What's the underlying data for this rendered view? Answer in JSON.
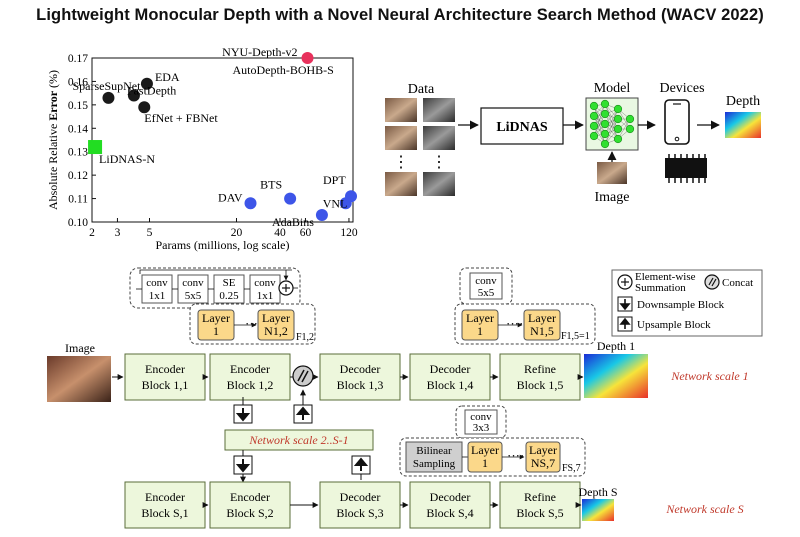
{
  "title": "Lightweight Monocular Depth with a Novel Neural Architecture Search Method (WACV 2022)",
  "chart_data": {
    "type": "scatter",
    "xlabel": "Params (millions, log scale)",
    "ylabel_prefix": "Absolute Relative ",
    "ylabel_bold": "Error",
    "ylabel_suffix": " (%)",
    "x_scale": "log",
    "xlim": [
      2,
      128
    ],
    "ylim": [
      0.1,
      0.17
    ],
    "xticks": [
      2,
      3,
      5,
      20,
      40,
      60,
      120
    ],
    "yticks": [
      0.1,
      0.11,
      0.12,
      0.13,
      0.14,
      0.15,
      0.16,
      0.17
    ],
    "ytick_labels": [
      "0.10",
      "0.11",
      "0.12",
      "0.13",
      "0.14",
      "0.15",
      "0.16",
      "0.17"
    ],
    "grid": false,
    "points": [
      {
        "label": "NYU-Depth-v2",
        "x": 62,
        "y": 0.17,
        "color": "#e8315c",
        "shape": "circle"
      },
      {
        "label": "AutoDepth-BOHB-S",
        "x": 62,
        "y": 0.17,
        "color": "#e8315c",
        "shape": "circle"
      },
      {
        "label": "EDA",
        "x": 4.8,
        "y": 0.159,
        "color": "#1a1a1a",
        "shape": "circle"
      },
      {
        "label": "SparseSupNet",
        "x": 2.6,
        "y": 0.153,
        "color": "#1a1a1a",
        "shape": "circle"
      },
      {
        "label": "FastDepth",
        "x": 3.9,
        "y": 0.154,
        "color": "#1a1a1a",
        "shape": "circle"
      },
      {
        "label": "EfNet + FBNet",
        "x": 4.6,
        "y": 0.149,
        "color": "#1a1a1a",
        "shape": "circle"
      },
      {
        "label": "LiDNAS-N",
        "x": 2.1,
        "y": 0.132,
        "color": "#22dd22",
        "shape": "square"
      },
      {
        "label": "DAV",
        "x": 25,
        "y": 0.108,
        "color": "#3d55e8",
        "shape": "circle"
      },
      {
        "label": "BTS",
        "x": 47,
        "y": 0.11,
        "color": "#3d55e8",
        "shape": "circle"
      },
      {
        "label": "AdaBins",
        "x": 78,
        "y": 0.103,
        "color": "#3d55e8",
        "shape": "circle"
      },
      {
        "label": "VNL",
        "x": 114,
        "y": 0.108,
        "color": "#3d55e8",
        "shape": "circle"
      },
      {
        "label": "DPT",
        "x": 124,
        "y": 0.111,
        "color": "#3d55e8",
        "shape": "circle"
      }
    ]
  },
  "pipeline": {
    "data_label": "Data",
    "lidnas_label": "LiDNAS",
    "model_label": "Model",
    "devices_label": "Devices",
    "depth_label": "Depth",
    "image_label": "Image",
    "dots": "⋮"
  },
  "arch": {
    "image_label": "Image",
    "depth1_label": "Depth 1",
    "depthS_label": "Depth S",
    "scale1_label": "Network scale 1",
    "scaleS_label": "Network scale S",
    "scale_mid_label": "Network scale 2..S-1",
    "blocks_row1": [
      [
        "Encoder",
        "Block 1,1"
      ],
      [
        "Encoder",
        "Block 1,2"
      ],
      [
        "Decoder",
        "Block 1,3"
      ],
      [
        "Decoder",
        "Block 1,4"
      ],
      [
        "Refine",
        "Block 1,5"
      ]
    ],
    "blocks_rowS": [
      [
        "Encoder",
        "Block S,1"
      ],
      [
        "Encoder",
        "Block S,2"
      ],
      [
        "Decoder",
        "Block S,3"
      ],
      [
        "Decoder",
        "Block S,4"
      ],
      [
        "Refine",
        "Block S,5"
      ]
    ],
    "top_ops": [
      [
        "conv",
        "1x1"
      ],
      [
        "conv",
        "5x5"
      ],
      [
        "SE",
        "0.25"
      ],
      [
        "conv",
        "1x1"
      ]
    ],
    "layer_1": [
      "Layer",
      "1"
    ],
    "layer_N12": [
      "Layer",
      "N1,2"
    ],
    "layer_N15": [
      "Layer",
      "N1,5"
    ],
    "layer_NS7": [
      "Layer",
      "NS,7"
    ],
    "f12": "F1,2",
    "f15": "F1,5=1",
    "fS7": "FS,7",
    "conv5x5": [
      "conv",
      "5x5"
    ],
    "conv3x3": [
      "conv",
      "3x3"
    ],
    "bilinear": [
      "Bilinear",
      "Sampling"
    ],
    "dots": "····"
  },
  "legend": {
    "sum_label": [
      "Element-wise",
      "Summation"
    ],
    "concat_label": "Concat",
    "down_label": "Downsample Block",
    "up_label": "Upsample Block"
  },
  "colors": {
    "block_fill": "#edf7dc",
    "block_stroke": "#5a6e3a",
    "layer_fill": "#fbd88a",
    "scale_text": "#c0392b",
    "node_green": "#30e030"
  }
}
